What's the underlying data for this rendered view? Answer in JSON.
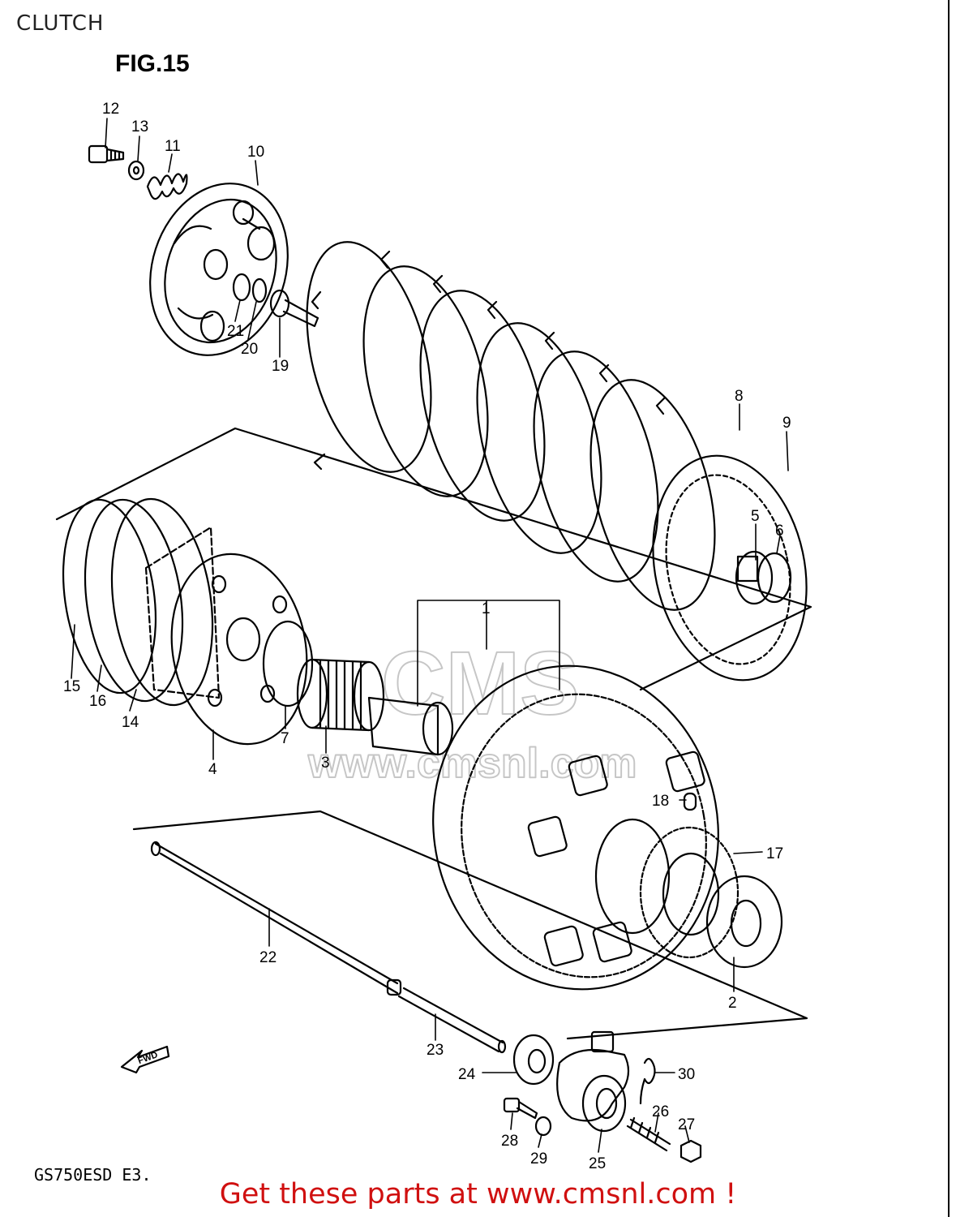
{
  "page_title": "CLUTCH",
  "figure_title": "FIG.15",
  "model_code": "GS750ESD E3.",
  "cta_text": "Get these parts at www.cmsnl.com !",
  "fwd_label": "FWD",
  "watermark": {
    "line1": "CMS",
    "line2": "www.cmsnl.com"
  },
  "callouts": [
    {
      "id": "12",
      "label": "12"
    },
    {
      "id": "13",
      "label": "13"
    },
    {
      "id": "11",
      "label": "11"
    },
    {
      "id": "10",
      "label": "10"
    },
    {
      "id": "21",
      "label": "21"
    },
    {
      "id": "20",
      "label": "20"
    },
    {
      "id": "19",
      "label": "19"
    },
    {
      "id": "8",
      "label": "8"
    },
    {
      "id": "9",
      "label": "9"
    },
    {
      "id": "5",
      "label": "5"
    },
    {
      "id": "6",
      "label": "6"
    },
    {
      "id": "1",
      "label": "1"
    },
    {
      "id": "15",
      "label": "15"
    },
    {
      "id": "16",
      "label": "16"
    },
    {
      "id": "14",
      "label": "14"
    },
    {
      "id": "7",
      "label": "7"
    },
    {
      "id": "4",
      "label": "4"
    },
    {
      "id": "3",
      "label": "3"
    },
    {
      "id": "18",
      "label": "18"
    },
    {
      "id": "17",
      "label": "17"
    },
    {
      "id": "22",
      "label": "22"
    },
    {
      "id": "2",
      "label": "2"
    },
    {
      "id": "23",
      "label": "23"
    },
    {
      "id": "24",
      "label": "24"
    },
    {
      "id": "30",
      "label": "30"
    },
    {
      "id": "26",
      "label": "26"
    },
    {
      "id": "27",
      "label": "27"
    },
    {
      "id": "28",
      "label": "28"
    },
    {
      "id": "29",
      "label": "29"
    },
    {
      "id": "25",
      "label": "25"
    }
  ]
}
